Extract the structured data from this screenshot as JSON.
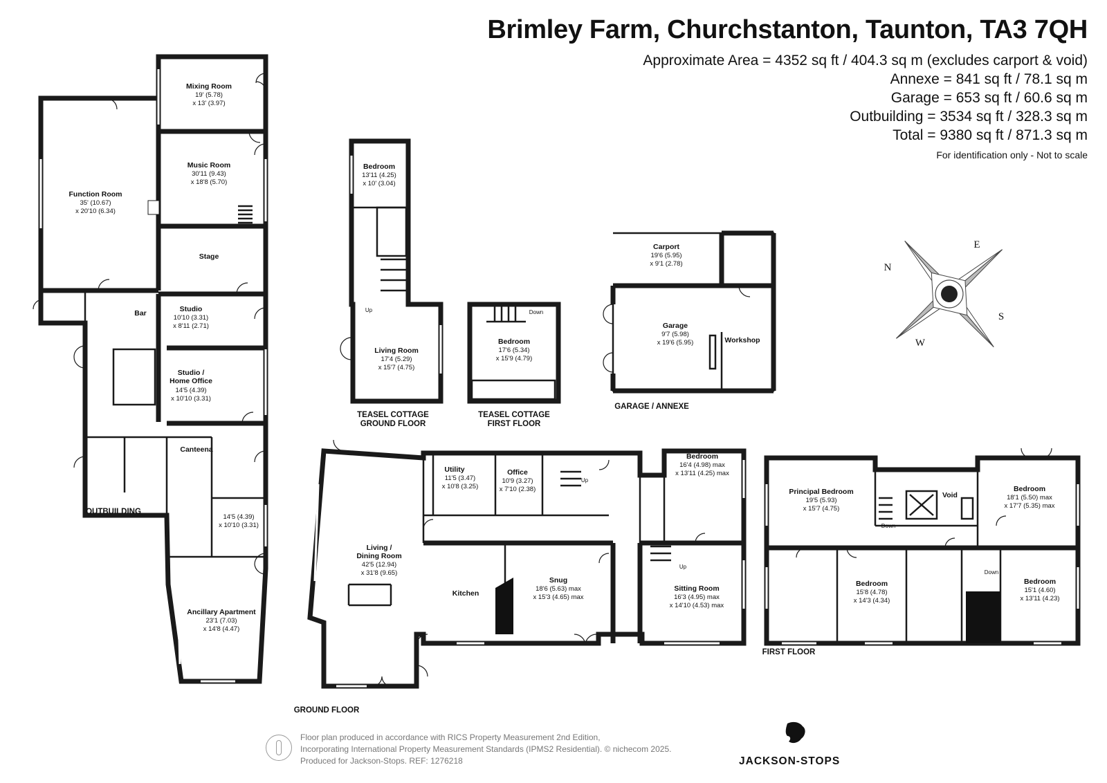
{
  "header": {
    "title": "Brimley Farm, Churchstanton, Taunton, TA3 7QH",
    "areas": [
      "Approximate Area = 4352 sq ft / 404.3 sq m (excludes carport & void)",
      "Annexe = 841 sq ft / 78.1 sq m",
      "Garage = 653 sq ft / 60.6 sq m",
      "Outbuilding = 3534 sq ft / 328.3 sq m",
      "Total = 9380 sq ft / 871.3 sq m"
    ],
    "note": "For identification only - Not to scale"
  },
  "rooms": {
    "mixing_room": {
      "name": "Mixing Room",
      "d1": "19' (5.78)",
      "d2": "x 13' (3.97)"
    },
    "music_room": {
      "name": "Music Room",
      "d1": "30'11 (9.43)",
      "d2": "x 18'8 (5.70)"
    },
    "function_room": {
      "name": "Function Room",
      "d1": "35' (10.67)",
      "d2": "x 20'10 (6.34)"
    },
    "stage": {
      "name": "Stage"
    },
    "bar": {
      "name": "Bar"
    },
    "studio": {
      "name": "Studio",
      "d1": "10'10 (3.31)",
      "d2": "x 8'11 (2.71)"
    },
    "studio_office": {
      "name1": "Studio /",
      "name2": "Home Office",
      "d1": "14'5 (4.39)",
      "d2": "x 10'10 (3.31)"
    },
    "canteena": {
      "name": "Canteena"
    },
    "outbuilding_unnamed": {
      "d1": "14'5 (4.39)",
      "d2": "x 10'10 (3.31)"
    },
    "ancillary_apartment": {
      "name": "Ancillary Apartment",
      "d1": "23'1 (7.03)",
      "d2": "x 14'8 (4.47)"
    },
    "tc_bedroom": {
      "name": "Bedroom",
      "d1": "13'11 (4.25)",
      "d2": "x 10' (3.04)"
    },
    "tc_living": {
      "name": "Living Room",
      "d1": "17'4 (5.29)",
      "d2": "x 15'7 (4.75)"
    },
    "tc_first_bedroom": {
      "name": "Bedroom",
      "d1": "17'6 (5.34)",
      "d2": "x 15'9 (4.79)"
    },
    "carport": {
      "name": "Carport",
      "d1": "19'6 (5.95)",
      "d2": "x 9'1 (2.78)"
    },
    "garage": {
      "name": "Garage",
      "d1": "9'7 (5.98)",
      "d2": "x 19'6 (5.95)"
    },
    "workshop": {
      "name": "Workshop"
    },
    "utility": {
      "name": "Utility",
      "d1": "11'5 (3.47)",
      "d2": "x 10'8 (3.25)"
    },
    "office": {
      "name": "Office",
      "d1": "10'9 (3.27)",
      "d2": "x 7'10 (2.38)"
    },
    "gf_bedroom": {
      "name": "Bedroom",
      "d1": "16'4 (4.98) max",
      "d2": "x 13'11 (4.25) max"
    },
    "living_dining": {
      "name1": "Living /",
      "name2": "Dining Room",
      "d1": "42'5 (12.94)",
      "d2": "x 31'8 (9.65)"
    },
    "kitchen": {
      "name": "Kitchen"
    },
    "snug": {
      "name": "Snug",
      "d1": "18'6 (5.63) max",
      "d2": "x 15'3 (4.65) max"
    },
    "sitting_room": {
      "name": "Sitting Room",
      "d1": "16'3 (4.95) max",
      "d2": "x 14'10 (4.53) max"
    },
    "principal_bedroom": {
      "name": "Principal Bedroom",
      "d1": "19'5 (5.93)",
      "d2": "x 15'7 (4.75)"
    },
    "void": {
      "name": "Void"
    },
    "ff_bedroom_ne": {
      "name": "Bedroom",
      "d1": "18'1 (5.50) max",
      "d2": "x 17'7 (5.35) max"
    },
    "ff_bedroom_mid": {
      "name": "Bedroom",
      "d1": "15'8 (4.78)",
      "d2": "x 14'3 (4.34)"
    },
    "ff_bedroom_se": {
      "name": "Bedroom",
      "d1": "15'1 (4.60)",
      "d2": "x 13'11 (4.23)"
    }
  },
  "floor_labels": {
    "outbuilding": "OUTBUILDING",
    "tc_ground1": "TEASEL COTTAGE",
    "tc_ground2": "GROUND FLOOR",
    "tc_first1": "TEASEL COTTAGE",
    "tc_first2": "FIRST FLOOR",
    "garage_annexe": "GARAGE / ANNEXE",
    "ground_floor": "GROUND FLOOR",
    "first_floor": "FIRST FLOOR"
  },
  "stairs": {
    "up": "Up",
    "down": "Down"
  },
  "compass": {
    "n": "N",
    "e": "E",
    "s": "S",
    "w": "W"
  },
  "footer": {
    "line1": "Floor plan produced in accordance with RICS Property Measurement 2nd Edition,",
    "line2": "Incorporating International Property Measurement Standards (IPMS2 Residential).  © nichecom 2025.",
    "line3": "Produced for Jackson-Stops.    REF:  1276218",
    "brand": "JACKSON-STOPS"
  }
}
